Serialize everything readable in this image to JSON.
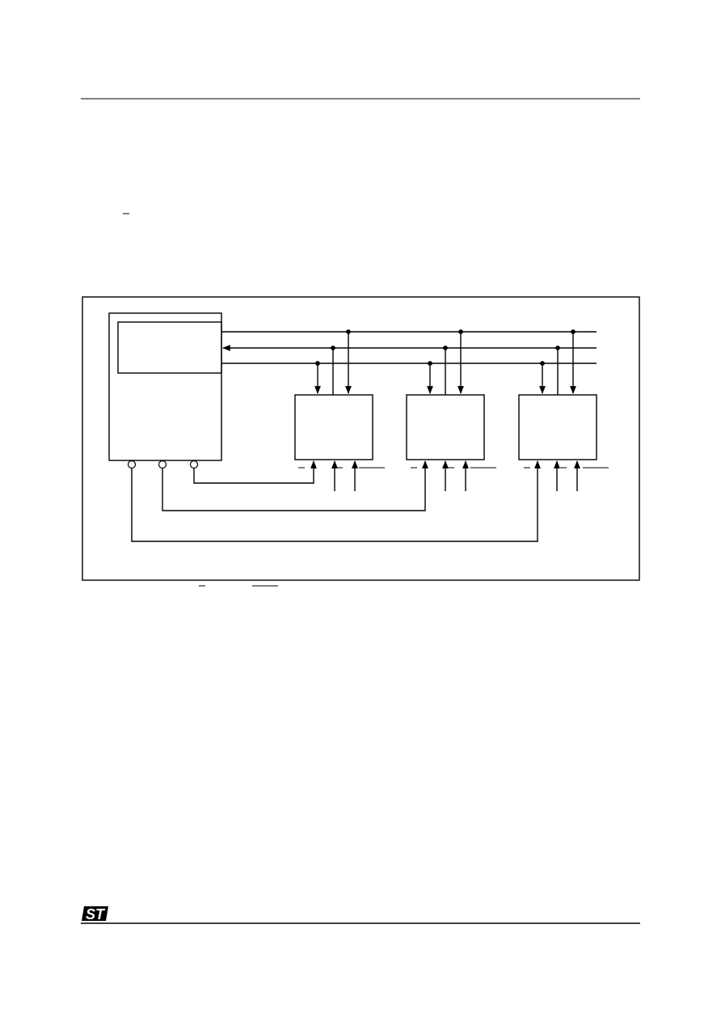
{
  "logo": {
    "text": "ST",
    "style": "italic-bold"
  },
  "diagram": {
    "master_ports": 3,
    "slave_count": 3,
    "bus_lines": 3,
    "line_color": "#000000",
    "background": "#ffffff"
  }
}
